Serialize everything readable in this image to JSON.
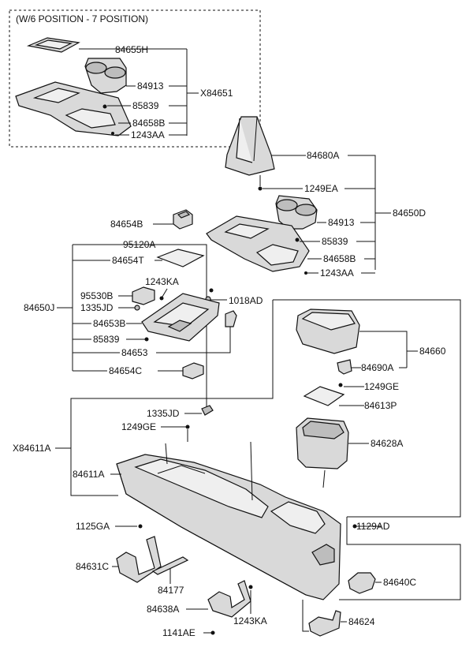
{
  "variant_box_title": "(W/6 POSITION - 7 POSITION)",
  "labels": {
    "p84655H": "84655H",
    "p84913_top": "84913",
    "p85839_top": "85839",
    "pX84651": "X84651",
    "p84658B_top": "84658B",
    "p1243AA_top": "1243AA",
    "p84680A": "84680A",
    "p1249EA": "1249EA",
    "p84650D": "84650D",
    "p84913": "84913",
    "p85839_mid": "85839",
    "p84658B": "84658B",
    "p1243AA": "1243AA",
    "p84654B": "84654B",
    "p95120A": "95120A",
    "p84654T": "84654T",
    "p1243KA_mid": "1243KA",
    "p95530B": "95530B",
    "p1335JD_mid": "1335JD",
    "p1018AD": "1018AD",
    "p84650J": "84650J",
    "p84653B": "84653B",
    "p85839_low": "85839",
    "p84653": "84653",
    "p84654C": "84654C",
    "p84660": "84660",
    "p84690A": "84690A",
    "p1249GE_right": "1249GE",
    "p84613P": "84613P",
    "p84628A": "84628A",
    "p1335JD_low": "1335JD",
    "p1249GE": "1249GE",
    "pX84611A": "X84611A",
    "p84611A": "84611A",
    "p1125GA": "1125GA",
    "p1129AD": "1129AD",
    "p84631C": "84631C",
    "p84177": "84177",
    "p84640C": "84640C",
    "p84638A": "84638A",
    "p1243KA_low": "1243KA",
    "p1141AE": "1141AE",
    "p84624": "84624"
  }
}
